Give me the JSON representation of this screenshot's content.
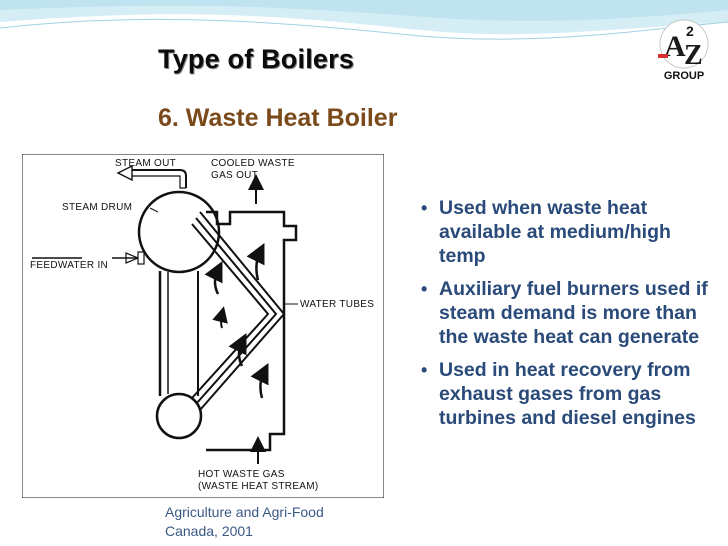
{
  "slide": {
    "title": "Type of Boilers",
    "subtitle": "6. Waste Heat Boiler",
    "logo_text": "GROUP",
    "credit_line1": "Agriculture and Agri-Food",
    "credit_line2": "Canada, 2001"
  },
  "diagram": {
    "labels": {
      "steam_out": "STEAM OUT",
      "cooled_line1": "COOLED WASTE",
      "cooled_line2": "GAS OUT",
      "steam_drum": "STEAM DRUM",
      "feedwater_in": "FEEDWATER IN",
      "water_tubes": "WATER TUBES",
      "hot_line1": "HOT WASTE GAS",
      "hot_line2": "(WASTE HEAT STREAM)"
    }
  },
  "bullets": [
    "Used when waste heat available at medium/high temp",
    "Auxiliary fuel burners used if steam demand is more than the waste heat can generate",
    "Used in heat recovery from exhaust gases from gas turbines and diesel engines"
  ],
  "colors": {
    "title": "#0b0b0b",
    "subtitle": "#7a4a1a",
    "bullet_text": "#2a4a7a",
    "credit": "#3a5a86",
    "wave": "#bfe3ef"
  },
  "icons": [
    "a2z-group-logo",
    "bullet-dot-icon"
  ]
}
